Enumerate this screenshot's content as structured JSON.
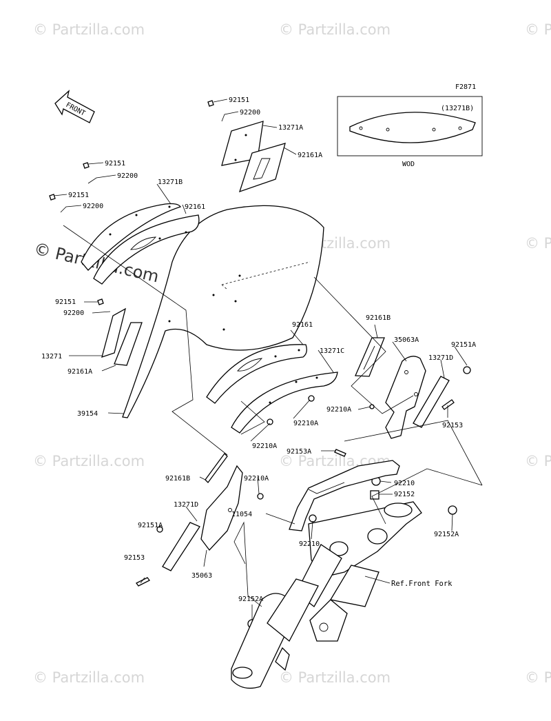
{
  "figure_code": "F2871",
  "front_arrow_label": "FRONT",
  "variant_box": {
    "part": "(13271B)",
    "caption": "WOD"
  },
  "reference_label": "Ref.Front Fork",
  "watermark_text": "© Partzilla.com",
  "callouts": {
    "c92151_top": "92151",
    "c92200_top": "92200",
    "c13271A": "13271A",
    "c92161A": "92161A",
    "c92151_mid": "92151",
    "c92200_mid": "92200",
    "c13271B": "13271B",
    "c92161_left": "92161",
    "c92151_low": "92151",
    "c92200_low": "92200",
    "c92151_side": "92151",
    "c92200_side": "92200",
    "c13271": "13271",
    "c92161A_left": "92161A",
    "c39154": "39154",
    "c92161_right": "92161",
    "c13271C": "13271C",
    "c92210A_1": "92210A",
    "c92210A_2": "92210A",
    "c92161B_top": "92161B",
    "c35063A": "35063A",
    "c92151A_right": "92151A",
    "c13271D_right": "13271D",
    "c92210A_3": "92210A",
    "c92153_right": "92153",
    "c92153A": "92153A",
    "c92210_top": "92210",
    "c92152": "92152",
    "c92161B_low": "92161B",
    "c92210A_4": "92210A",
    "c13271D_left": "13271D",
    "c11054": "11054",
    "c92210_low": "92210",
    "c92151A_left": "92151A",
    "c92152A_right": "92152A",
    "c92153_left": "92153",
    "c35063": "35063",
    "c92152A_left": "92152A"
  }
}
